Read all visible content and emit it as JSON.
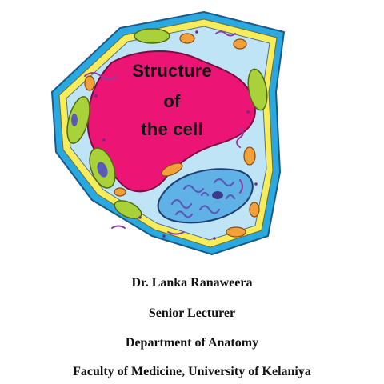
{
  "title": {
    "line1": "Structure",
    "line2": "of",
    "line3": "the cell"
  },
  "credits": {
    "author": "Dr. Lanka Ranaweera",
    "position": "Senior Lecturer",
    "department": "Department of Anatomy",
    "institution": "Faculty of Medicine, University of Kelaniya"
  },
  "colors": {
    "membrane_outer": "#2aa8e0",
    "membrane_inner": "#f6ec5c",
    "cytoplasm": "#bfe4f5",
    "vacuole": "#ec1576",
    "nucleus": "#5fb1e6",
    "chromatin": "#5a5ab8",
    "chloroplast": "#a9d23a",
    "mitochondria": "#f2a13a",
    "er": "#8e3ea3"
  }
}
